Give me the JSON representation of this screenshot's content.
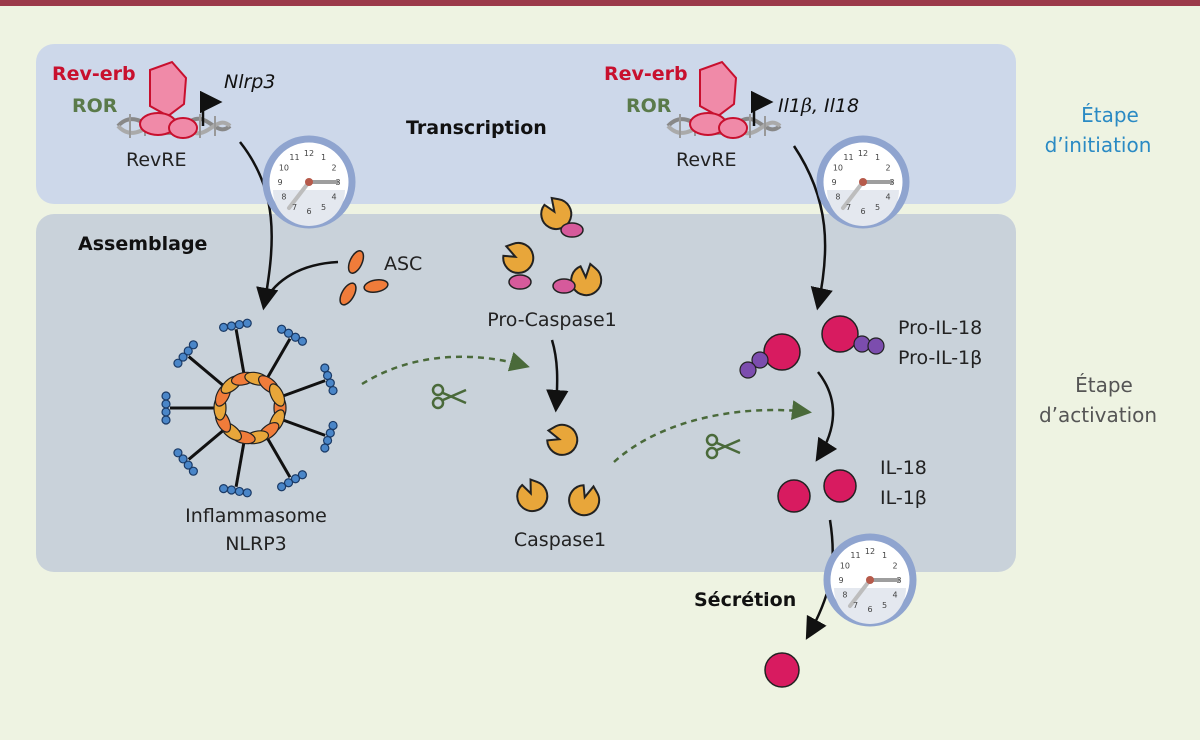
{
  "colors": {
    "background": "#eef3e2",
    "top_border": "#9b3a4a",
    "transcription_panel": "#cdd8ea",
    "assembly_panel": "#c9d2da",
    "rev_erb": "#c8102e",
    "ror": "#5a7a4a",
    "receptor_pink": "#f08aa8",
    "caspase_orange": "#e8a63a",
    "prodomain_pink": "#d65a9b",
    "il_magenta": "#d81b60",
    "prodomain_purple": "#7c4dae",
    "asc_orange": "#f07c3a",
    "nlrp3_blue": "#4a86c8",
    "clock_ring": "#8fa4cf",
    "phase_initiation": "#2a8ac4",
    "phase_activation": "#555555",
    "arrow_black": "#111111",
    "arrow_green_dashed": "#4a6a3a"
  },
  "icons": [
    "clock-icon",
    "scissors-icon",
    "dna-helix-icon",
    "promoter-arrow-icon"
  ],
  "labels": {
    "rev_erb_left": "Rev-erb",
    "ror_left": "ROR",
    "gene_left": "Nlrp3",
    "revre_left": "RevRE",
    "rev_erb_right": "Rev-erb",
    "ror_right": "ROR",
    "gene_right_part1": "Il1",
    "gene_right_beta": "β",
    "gene_right_part2": ", Il18",
    "revre_right": "RevRE",
    "transcription": "Transcription",
    "assemblage": "Assemblage",
    "asc": "ASC",
    "pro_caspase": "Pro-Caspase1",
    "inflammasome_line1": "Inflammasome",
    "inflammasome_line2": "NLRP3",
    "caspase": "Caspase1",
    "pro_il18": "Pro-IL-18",
    "pro_il1b": "Pro-IL-1β",
    "il18": "IL-18",
    "il1b": "IL-1β",
    "secretion": "Sécrétion",
    "phase_initiation_line1": "Étape",
    "phase_initiation_line2": "d’initiation",
    "phase_activation_line1": "Étape",
    "phase_activation_line2": "d’activation"
  },
  "clock_numbers": [
    "12",
    "1",
    "2",
    "3",
    "4",
    "5",
    "6",
    "7",
    "8",
    "9",
    "10",
    "11"
  ]
}
